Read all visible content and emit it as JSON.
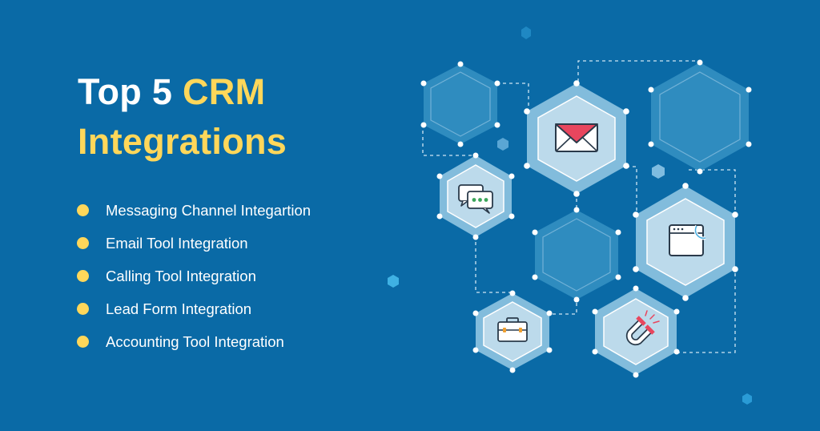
{
  "headline": {
    "line1_plain": "Top 5 ",
    "line1_accent": "CRM",
    "line2_accent": "Integrations"
  },
  "integrations": [
    "Messaging Channel Integartion",
    "Email Tool Integration",
    "Calling Tool Integration",
    "Lead Form Integration",
    "Accounting Tool Integration"
  ],
  "colors": {
    "background": "#0a6aa6",
    "accent": "#ffd75a",
    "text": "#ffffff",
    "envelope": "#e8465e",
    "chat_dots": "#3aa55a"
  },
  "icons": [
    "envelope-icon",
    "chat-bubbles-icon",
    "browser-window-icon",
    "briefcase-icon",
    "magnet-icon"
  ]
}
